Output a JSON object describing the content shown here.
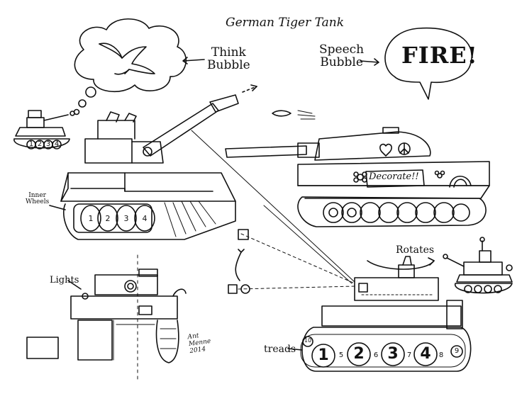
{
  "title": "German Tiger Tank",
  "labels": {
    "think_bubble": [
      "Think",
      "Bubble"
    ],
    "speech_bubble": [
      "Speech",
      "Bubble"
    ],
    "fire": "FIRE!",
    "decorate": "Decorate!!",
    "rotates": "Rotates",
    "lights": "Lights",
    "inner_wheels": [
      "Inner",
      "Wheels"
    ],
    "treads": "treads"
  },
  "wheel_numbers": {
    "small_tank": [
      "1",
      "2",
      "3",
      "4"
    ],
    "front_tank": [
      "1",
      "2",
      "3",
      "4"
    ],
    "big_wheels": [
      "1",
      "2",
      "3",
      "4"
    ],
    "small_wheels": [
      "10",
      "5",
      "6",
      "7",
      "8",
      "9"
    ]
  },
  "signature": [
    "Ant",
    "Menne",
    "2014"
  ],
  "icons": [
    "dove-icon",
    "heart-icon",
    "peace-sign-icon",
    "flower-icon",
    "rainbow-icon",
    "bullet-icon"
  ]
}
